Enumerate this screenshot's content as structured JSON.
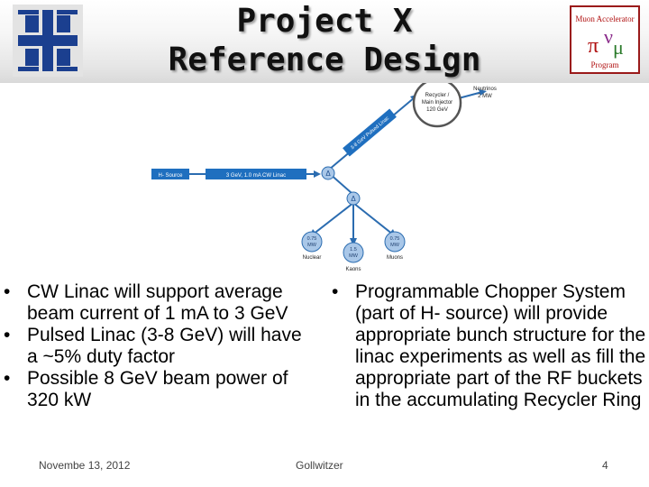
{
  "slide": {
    "title_line1": "Project X",
    "title_line2": "Reference Design"
  },
  "logos": {
    "fermilab": {
      "icon": "fermilab-logo",
      "color": "#1b3f8f"
    },
    "muon": {
      "icon": "muon-accelerator-program-logo",
      "arc_text": "Muon Accelerator Program",
      "symbols": "πνμ",
      "border": "#b01010"
    }
  },
  "diagram": {
    "h_source": "H- Source",
    "cw_linac": "3 GeV, 1.0 mA CW Linac",
    "pulsed_linac": "3-8 GeV Pulsed Linac",
    "recycler_line1": "Recycler /",
    "recycler_line2": "Main Injector",
    "recycler_line3": "120 GeV",
    "neutrinos_line1": "Neutrinos",
    "neutrinos_line2": "2 MW",
    "splitter_symbol": "Δ",
    "nuclear_power_line1": "0.75",
    "nuclear_power_line2": "MW",
    "nuclear_label": "Nuclear",
    "kaons_power_line1": "1.5",
    "kaons_power_line2": "MW",
    "kaons_label": "Kaons",
    "muons_power_line1": "0.75",
    "muons_power_line2": "MW",
    "muons_label": "Muons",
    "colors": {
      "line": "#2b6cb0",
      "box": "#1f6fbf",
      "node": "#a9c7e8"
    }
  },
  "bullets_left": [
    "CW Linac will support average beam current of 1 mA to 3 GeV",
    "Pulsed Linac (3-8 GeV) will have a ~5% duty factor",
    "Possible 8 GeV beam power of 320 kW"
  ],
  "bullets_right": [
    "Programmable Chopper System (part of H- source) will provide appropriate bunch structure for the linac experiments as well as fill the appropriate part of the RF buckets in the accumulating Recycler Ring"
  ],
  "footer": {
    "date": "Novembe 13, 2012",
    "author": "Gollwitzer",
    "page": "4"
  }
}
